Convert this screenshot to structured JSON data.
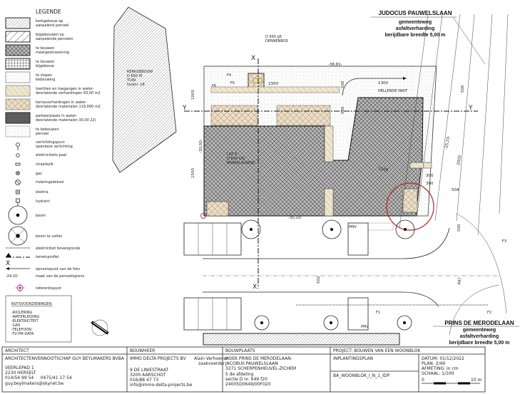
{
  "legend": {
    "title": "LEGENDE",
    "items": [
      {
        "l1": "kerkgebouw op",
        "l2": "aanpalend perceel"
      },
      {
        "l1": "bijgebouwen op",
        "l2": "aanpalende percelen"
      },
      {
        "l1": "te bouwen",
        "l2": "meergezinswoning"
      },
      {
        "l1": "te bouwen",
        "l2": "bijgebouw"
      },
      {
        "l1": "te slopen",
        "l2": "bebouwing"
      },
      {
        "l1": "toeritten en toegangen in water-",
        "l2": "doorlatende verhardingen 93,00 m2"
      },
      {
        "l1": "terrasverhardingen in water-",
        "l2": "doorlatende materialen 119,000 m2"
      },
      {
        "l1": "parkeerplaats in water-",
        "l2": "doorlatende materialen 30,00 22)"
      },
      {
        "l1": "te bebouwen",
        "l2": "perceel"
      }
    ],
    "symbols": [
      {
        "l1": "verlichtingspunt",
        "l2": "openbare verlichting"
      },
      {
        "l1": "elektriciteits paal",
        "l2": ""
      },
      {
        "l1": "straatkolk",
        "l2": ""
      },
      {
        "l1": "gas",
        "l2": ""
      },
      {
        "l1": "rioleringsdeksel",
        "l2": ""
      },
      {
        "l1": "elektra",
        "l2": ""
      },
      {
        "l1": "hydrant",
        "l2": ""
      },
      {
        "l1": "boom",
        "l2": ""
      },
      {
        "l1": "boom te vellen",
        "l2": ""
      },
      {
        "l1": "elektriciteit bovengronds",
        "l2": ""
      },
      {
        "l1": "terreinprofiel",
        "l2": ""
      },
      {
        "l1": "opnamepunt van de foto",
        "l2": ""
      },
      {
        "l1": "maat van de perceelsgrens",
        "l2": ""
      },
      {
        "l1": "referentiepunt",
        "l2": ""
      }
    ],
    "profile_marker": "X",
    "boundary_sample": "-24,10-"
  },
  "utilities": {
    "title": "NUTSVOORZIENINGEN:",
    "items": [
      "-RIOLERING",
      "-WATERLEIDING",
      "-ELEKTRICITEIT",
      "-GAS",
      "-TELEFOON",
      "-TV-FM-DATA"
    ]
  },
  "plan": {
    "church": [
      "KERKGEBOUW",
      "D 650 f5",
      "TUIN",
      "huisnr. 18"
    ],
    "forest": [
      "D 650 g5",
      "DENNENBOS"
    ],
    "lot": [
      "LOT 6",
      "D 649 f20",
      "BRAAKLIGGEND"
    ],
    "ramp": "HELLENDE INRIT",
    "axis_x": "X",
    "axis_y": "Y",
    "pmv": "PMV",
    "photos": [
      "F1",
      "F2",
      "F3",
      "F4",
      "F5",
      "F6"
    ],
    "dims": {
      "top_boundary": "-38,81-",
      "left_boundary": "-30,00-",
      "bottom_boundary": "-35,10-",
      "right_boundary": "-25,23-",
      "d2350": "2350",
      "d1300": "1300",
      "d500a": "500",
      "d500b": "500",
      "d500c": "500",
      "d500d": "500",
      "d1000": "1000",
      "d1500": "1500",
      "d1200": "1200",
      "d300a": "300",
      "d300b": "300",
      "d504": "504",
      "d2000": "2000",
      "d497": "497",
      "d502": "502"
    }
  },
  "streets": {
    "north": {
      "name": "JUDOCUS PAUWELSLAAN",
      "l1": "gemeenteweg",
      "l2": "asfaltverharding",
      "l3": "berijdbare breedte 5,00 m"
    },
    "south": {
      "name": "PRINS DE MERODELAAN",
      "l1": "gemeenteweg",
      "l2": "asfaltverharding",
      "l3": "berijdbare breedte 5,00 m"
    }
  },
  "titleblock": {
    "architect": {
      "header": "ARCHITECT",
      "name": "ARCHITECTENVENNOOTSCHAP GUY BEYLMAKERS BVBA",
      "addr1": "VEERLEPAD 1",
      "addr2": "2230 HERSELT",
      "phone": "014/54 99 54     0475/41 17 54",
      "email": "guy.beylmakers@skynet.be"
    },
    "client": {
      "header": "BOUWHEER",
      "name": "IMMO DELTA PROJECTS BV",
      "contact": "Alain Verhoeven",
      "role": "zaakvoerder",
      "addr1": "9 DE LINIESTRAAT",
      "addr2": "3200 AARSCHOT",
      "phone": "016/88 47 73",
      "email": "info@immo-delta-projects.be"
    },
    "site": {
      "header": "BOUWPLAATS",
      "l1": "HOEK PRINS DE MERODELAAN-",
      "l2": "JACOBUS PAUWELSLAAN",
      "l3": "3271 SCHERPENHEUVEL-ZICHEM",
      "l4": "5 de afdeling",
      "l5": "sectie D nr. 649 f20",
      "l6": "24005D0649/00F020"
    },
    "project": {
      "header": "PROJECT: BOUWEN VAN EEN WOONBLOK",
      "plan_type": "INPLANTINGSPLAN",
      "file": "BA_WOONBLOK_I_N_1_IDP",
      "date": "DATUM: 01/12/2022",
      "plan": "PLAN: 2/49",
      "unit": "AFMETING: in cm",
      "scale": "SCHAAL: 1/100",
      "scale_start": "0",
      "scale_end": "10 m"
    }
  }
}
